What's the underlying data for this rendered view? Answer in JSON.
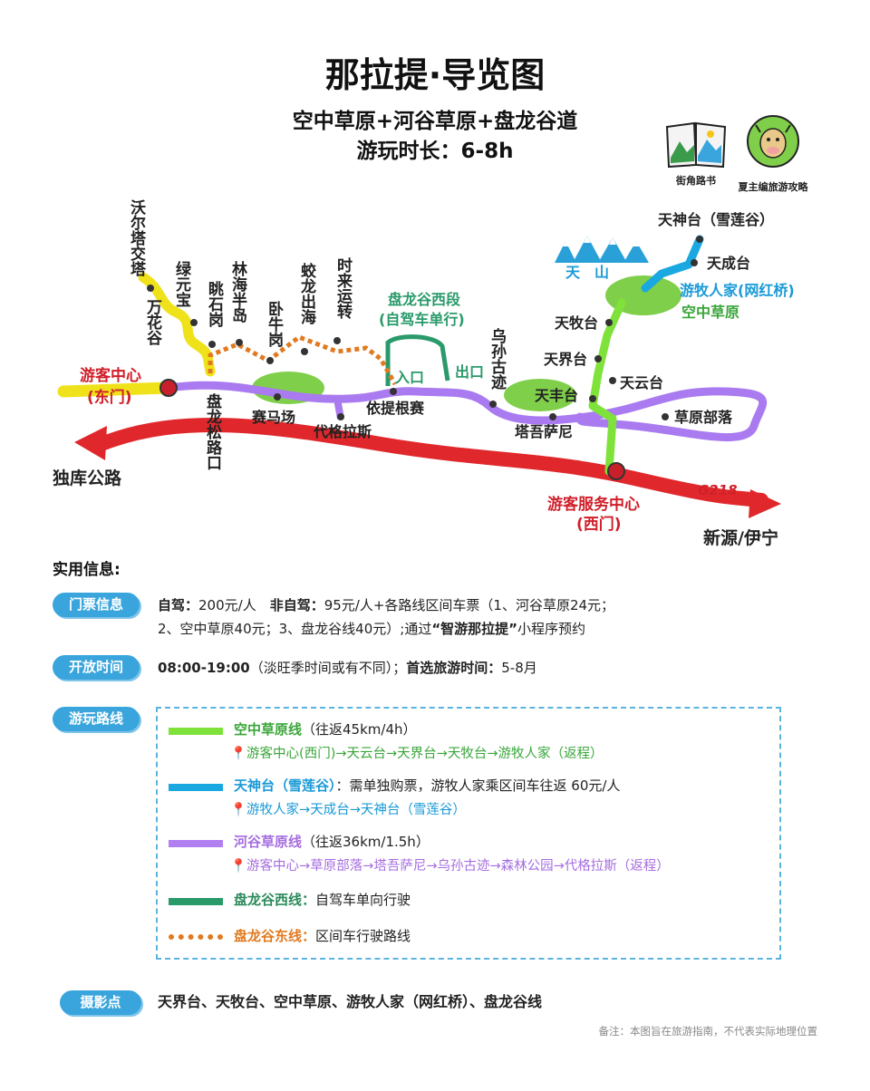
{
  "header": {
    "title": "那拉提·导览图",
    "subtitle": "空中草原+河谷草原+盘龙谷道",
    "duration": "游玩时长：6-8h"
  },
  "logos": {
    "logo1_text": "街角路书",
    "logo2_text": "夏主编旅游攻略"
  },
  "map": {
    "labels": {
      "wuertajiaota": "沃尔塔交塔",
      "lvyuanbao": "绿元宝",
      "wanhuagu": "万花谷",
      "tiaoshigang": "眺石岗",
      "linhaibandao": "林海半岛",
      "woniugang": "卧牛岗",
      "jiaolongchuhai": "蛟龙出海",
      "shilaiyunzhuan": "时来运转",
      "panlonggu_west": "盘龙谷西段",
      "self_drive": "(自驾车单行)",
      "entrance": "入口",
      "exit": "出口",
      "wusun": "乌孙古迹",
      "tianshen": "天神台（雪莲谷）",
      "tiancheng": "天成台",
      "tianshan": "天　山",
      "youmu": "游牧人家(网红桥)",
      "kongzhong": "空中草原",
      "tianmu": "天牧台",
      "tianjie": "天界台",
      "tianyun": "天云台",
      "tianfeng": "天丰台",
      "tawusani": "塔吾萨尼",
      "caoyuanbuluo": "草原部落",
      "visitor_center": "游客中心",
      "east_gate": "(东门)",
      "panlongsong": "盘龙松路口",
      "saimachang": "赛马场",
      "daigelasi": "代格拉斯",
      "yitigensai": "依提根赛",
      "duku": "独库公路",
      "service_center": "游客服务中心",
      "west_gate": "(西门)",
      "g218": "G218",
      "xinyuan": "新源/伊宁"
    }
  },
  "info": {
    "section_title": "实用信息:",
    "ticket": {
      "tag": "门票信息",
      "line1_a": "自驾：",
      "line1_b": "200元/人　",
      "line1_c": "非自驾：",
      "line1_d": "95元/人+各路线区间车票（1、河谷草原24元；",
      "line2_a": "2、空中草原40元；3、盘龙谷线40元）;通过",
      "line2_b": "“智游那拉提”",
      "line2_c": "小程序预约"
    },
    "hours": {
      "tag": "开放时间",
      "a": "08:00-19:00",
      "b": "（淡旺季时间或有不同）；",
      "c": "首选旅游时间：",
      "d": "5-8月"
    },
    "routes": {
      "tag": "游玩路线",
      "items": [
        {
          "name": "空中草原线",
          "desc": "（往返45km/4h）",
          "path": "📍游客中心(西门)→天云台→天界台→天牧台→游牧人家（返程）",
          "color": "#7fe23a",
          "name_color": "#3aa63a"
        },
        {
          "name": "天神台（雪莲谷）",
          "desc": "：需单独购票，游牧人家乘区间车往返 60元/人",
          "path": "📍游牧人家→天成台→天神台（雪莲谷）",
          "color": "#1aa8e0",
          "name_color": "#1a9ad6"
        },
        {
          "name": "河谷草原线",
          "desc": "（往返36km/1.5h）",
          "path": "📍游客中心→草原部落→塔吾萨尼→乌孙古迹→森林公园→代格拉斯（返程）",
          "color": "#b07ff0",
          "name_color": "#a66de0"
        },
        {
          "name": "盘龙谷西线：",
          "desc": "自驾车单向行驶",
          "path": "",
          "color": "#2a9a6a",
          "name_color": "#2a8a5a"
        },
        {
          "name": "盘龙谷东线：",
          "desc": "区间车行驶路线",
          "path": "",
          "color": "#e07a20",
          "name_color": "#e07a20"
        }
      ]
    },
    "photo": {
      "tag": "摄影点",
      "text": "天界台、天牧台、空中草原、游牧人家（网红桥）、盘龙谷线"
    },
    "note": "备注：本图旨在旅游指南，不代表实际地理位置"
  }
}
